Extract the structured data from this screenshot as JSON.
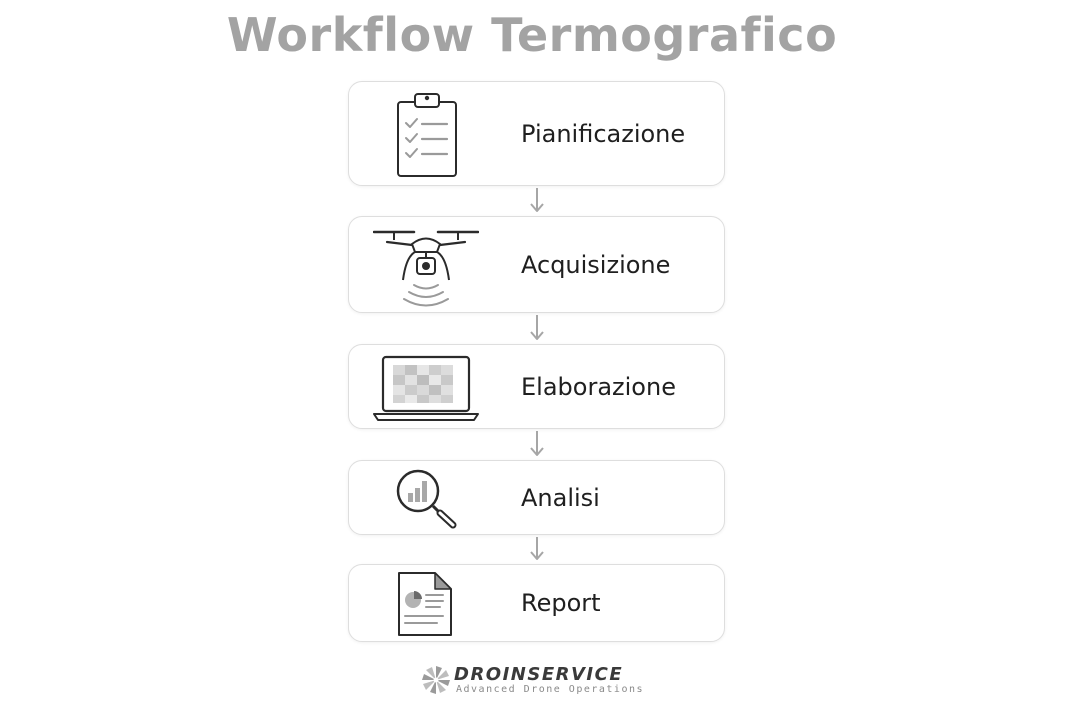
{
  "title": "Workflow Termografico",
  "steps": [
    {
      "label": "Pianificazione",
      "icon": "clipboard-checklist-icon"
    },
    {
      "label": "Acquisizione",
      "icon": "thermal-drone-icon"
    },
    {
      "label": "Elaborazione",
      "icon": "laptop-thermal-map-icon"
    },
    {
      "label": "Analisi",
      "icon": "magnifier-chart-icon"
    },
    {
      "label": "Report",
      "icon": "report-document-icon"
    }
  ],
  "brand": {
    "name": "DROINSERVICE",
    "tagline": "Advanced Drone Operations"
  },
  "colors": {
    "title": "#a3a3a3",
    "box_border": "#dedede",
    "arrow": "#a6a6a6",
    "icon_stroke": "#2b2b2b",
    "label": "#1f1f1f"
  }
}
